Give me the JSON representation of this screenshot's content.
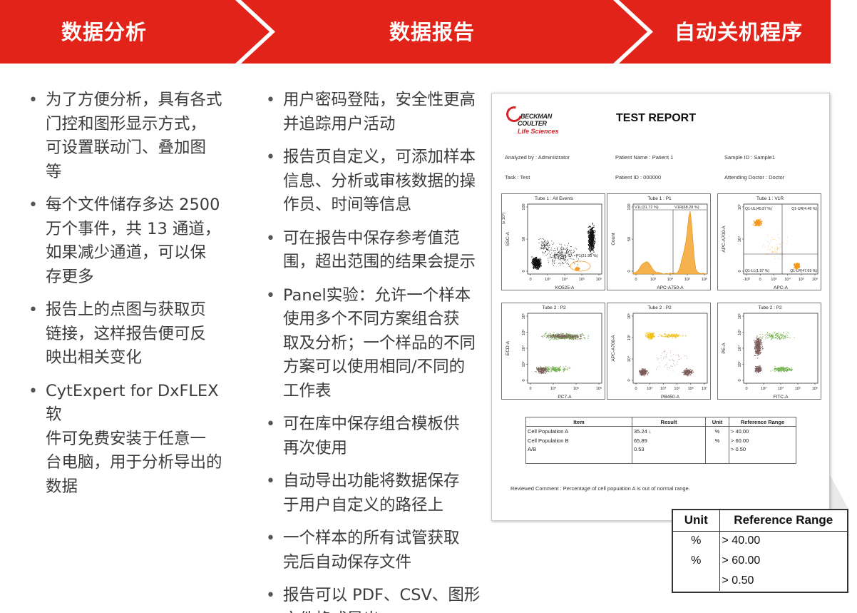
{
  "header": {
    "tabs": [
      {
        "label": "数据分析"
      },
      {
        "label": "数据报告"
      },
      {
        "label": "自动关机程序"
      }
    ],
    "color": "#e2231a"
  },
  "left_column": {
    "items": [
      {
        "lines": [
          "为了方便分析，具有各式",
          "门控和图形显示方式，",
          "可设置联动门、叠加图",
          "等"
        ]
      },
      {
        "lines": [
          "每个文件储存多达  2500",
          "万个事件，共  13  通道，",
          "如果减少通道，可以保",
          "存更多"
        ]
      },
      {
        "lines": [
          "报告上的点图与获取页",
          "链接，这样报告便可反",
          "映出相关变化"
        ]
      },
      {
        "lines": [
          "CytExpert for DxFLEX 软",
          "件可免费安装于任意一",
          "台电脑，用于分析导出的",
          "数据"
        ]
      }
    ]
  },
  "middle_column": {
    "items": [
      {
        "lines": [
          "用户密码登陆，安全性更高",
          "并追踪用户活动"
        ]
      },
      {
        "lines": [
          "报告页自定义，可添加样本",
          "信息、分析或审核数据的操",
          "作员、时间等信息"
        ]
      },
      {
        "lines": [
          "可在报告中保存参考值范",
          "围，超出范围的结果会提示"
        ]
      },
      {
        "lines": [
          "Panel实验：允许一个样本",
          "使用多个不同方案组合获",
          "取及分析；一个样品的不同",
          "方案可以使用相同/不同的",
          "工作表"
        ]
      },
      {
        "lines": [
          "可在库中保存组合模板供",
          "再次使用"
        ]
      },
      {
        "lines": [
          "自动导出功能将数据保存",
          "于用户自定义的路径上"
        ]
      },
      {
        "lines": [
          "一个样本的所有试管获取",
          "完后自动保存文件"
        ]
      },
      {
        "lines": [
          "报告可以 PDF、CSV、图形文件格式导出"
        ]
      }
    ]
  },
  "report": {
    "logo": {
      "line1": "BECKMAN",
      "line2": "COULTER",
      "line3": "Life Sciences"
    },
    "title": "TEST REPORT",
    "meta": {
      "analyzed_by": "Analyzed by : Administrator",
      "patient_name": "Patient Name : Patient 1",
      "sample_id": "Sample ID : Sample1",
      "task": "Task : Test",
      "patient_id": "Patient ID : 000000",
      "attending_doctor": "Attending Doctor : Doctor"
    },
    "plots": [
      {
        "title": "Tube 1 : All Events",
        "xlabel": "KO525-A",
        "ylabel": "SSC-A",
        "yunit": "(x 10⁴)",
        "xticks": [
          "0",
          "10³",
          "10⁴",
          "10⁵",
          "10⁶"
        ],
        "yticks": [
          "0",
          "50",
          "100"
        ],
        "gate_label": "P1(31.95 %)"
      },
      {
        "title": "Tube 1 : P1",
        "xlabel": "APC-A750-A",
        "ylabel": "Count",
        "xticks": [
          "0",
          "10³",
          "10⁴",
          "10⁵",
          "10⁶"
        ],
        "yticks": [
          "0",
          "50",
          "100"
        ],
        "left_label": "V1L(31.72 %)",
        "right_label": "V1R(68.28 %)"
      },
      {
        "title": "Tube 1 : V1R",
        "xlabel": "APC-A",
        "ylabel": "APC-A700-A",
        "xticks": [
          "-10³",
          "0",
          "10³",
          "10⁴",
          "10⁵",
          "10⁶"
        ],
        "yticks": [
          "0",
          "10⁴",
          "10⁶"
        ],
        "quadrants": [
          "Q1-UL(45.87 %)",
          "Q1-UR(4.48 %)",
          "Q1-LL(1.97 %)",
          "Q1-LR(47.69 %)"
        ]
      },
      {
        "title": "Tube 2 : P2",
        "xlabel": "PC7-A",
        "ylabel": "ECD-A",
        "xticks": [
          "0",
          "10⁴",
          "10⁵",
          "10⁶"
        ],
        "yticks": [
          "0",
          "10³",
          "10⁴",
          "10⁵",
          "10⁶"
        ]
      },
      {
        "title": "Tube 2 : P2",
        "xlabel": "PB450-A",
        "ylabel": "APC-A700-A",
        "xticks": [
          "0",
          "10³",
          "10⁴",
          "10⁵",
          "10⁶",
          "10⁷"
        ],
        "yticks": [
          "0",
          "10⁴",
          "10⁵",
          "10⁶"
        ]
      },
      {
        "title": "Tube 2 : P2",
        "xlabel": "FITC-A",
        "ylabel": "PE-A",
        "xticks": [
          "0",
          "10³",
          "10⁴",
          "10⁵",
          "10⁶"
        ],
        "yticks": [
          "0",
          "10³",
          "10⁴",
          "10⁵",
          "10⁶"
        ]
      }
    ],
    "table": {
      "headers": [
        "Item",
        "Result",
        "Unit",
        "Reference Range"
      ],
      "rows": [
        [
          "Cell Population A",
          "35.24 ↓",
          "%",
          "> 40.00"
        ],
        [
          "Cell Population B",
          "65.89",
          "%",
          "> 60.00"
        ],
        [
          "A/B",
          "0.53",
          "",
          "> 0.50"
        ]
      ]
    },
    "comment": "Reviewed Comment : Percentage of cell popuation A is out of normal range."
  },
  "zoom": {
    "headers": [
      "Unit",
      "Reference Range"
    ],
    "rows": [
      [
        "%",
        "> 40.00"
      ],
      [
        "%",
        "> 60.00"
      ],
      [
        "",
        "> 0.50"
      ]
    ]
  }
}
